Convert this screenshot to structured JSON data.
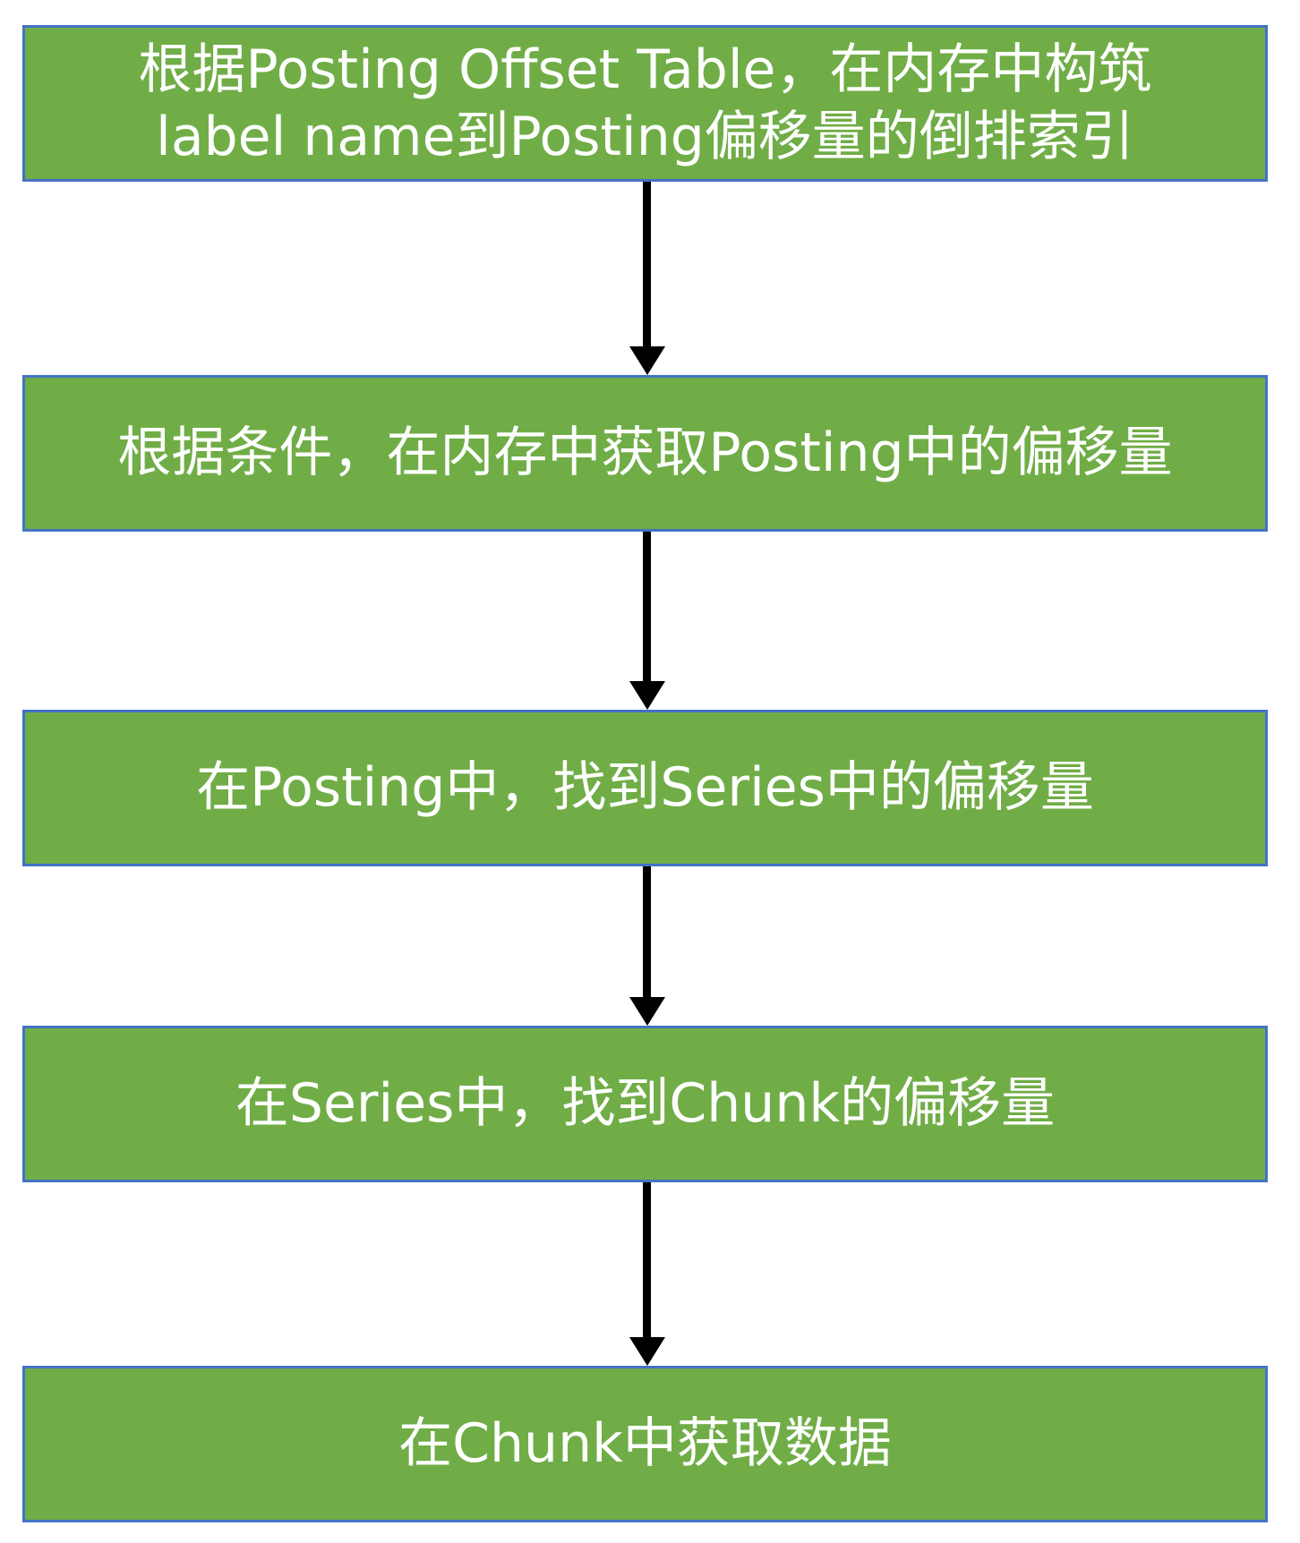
{
  "flowchart": {
    "colors": {
      "box_fill": "#70ad47",
      "box_border": "#4472c4",
      "box_text": "#ffffff",
      "arrow": "#000000"
    },
    "steps": [
      {
        "label_line1": "根据Posting Offset Table，在内存中构筑",
        "label_line2": "label name到Posting偏移量的倒排索引"
      },
      {
        "label": "根据条件，在内存中获取Posting中的偏移量"
      },
      {
        "label": "在Posting中，找到Series中的偏移量"
      },
      {
        "label": "在Series中，找到Chunk的偏移量"
      },
      {
        "label": "在Chunk中获取数据"
      }
    ]
  }
}
